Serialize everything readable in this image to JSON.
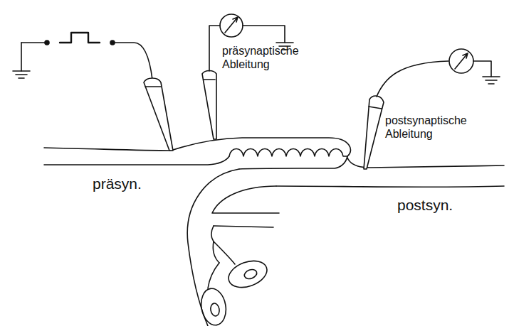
{
  "diagram": {
    "labels": [
      "präsynaptische Ableitung",
      "postsynaptische Ableitung",
      "präsyn.",
      "postsyn."
    ]
  }
}
